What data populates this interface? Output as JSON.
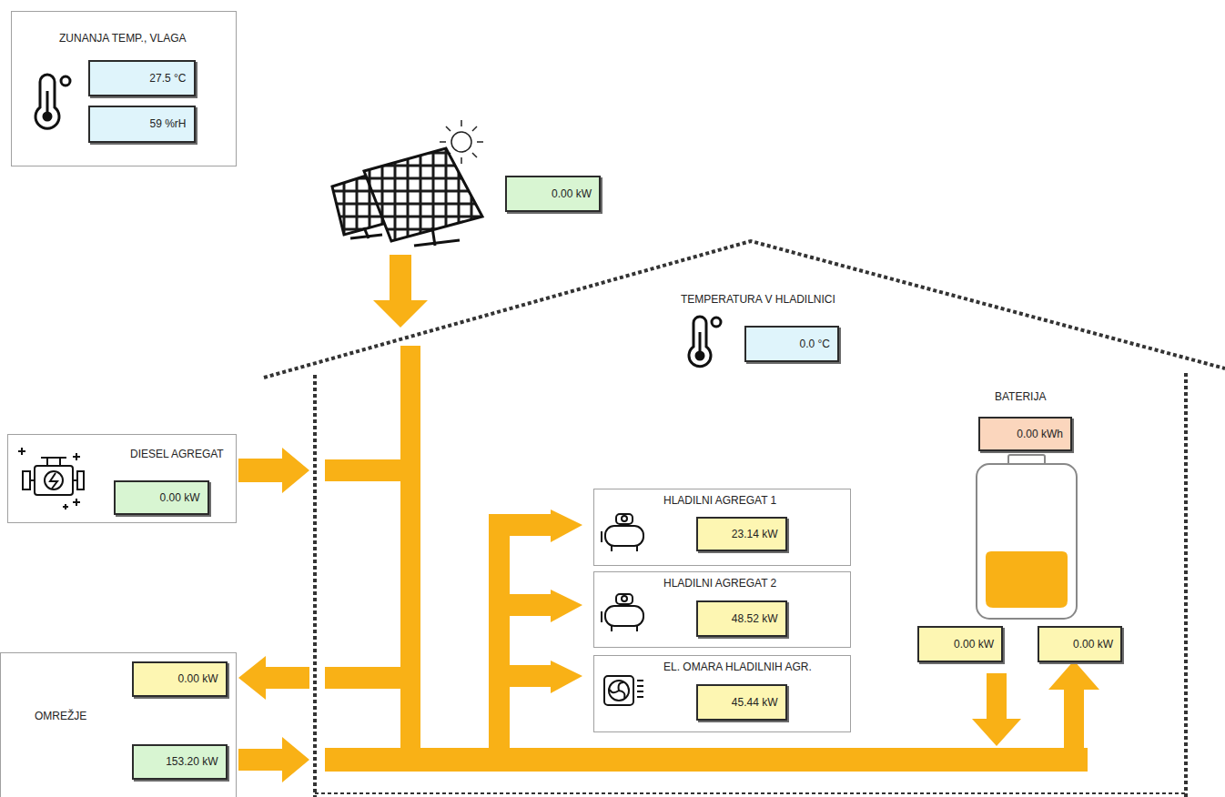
{
  "diagram": {
    "nodes": [
      {
        "text": [
          "ZUNANJA TEMP., VLAGA"
        ]
      },
      {
        "text": [
          "27.5 °C"
        ],
        "in": 0
      },
      {
        "text": [
          "59 %rH"
        ],
        "in": 0
      },
      {
        "text": [
          "0.00 kW"
        ]
      },
      {
        "text": [
          "0.0 °C"
        ]
      },
      {
        "text": [
          "DIESEL AGREGAT"
        ]
      },
      {
        "text": [
          "0.00 kW"
        ],
        "in": 5
      },
      {
        "text": [
          "OMREŽJE"
        ]
      },
      {
        "text": [
          "0.00 kW"
        ],
        "in": 7
      },
      {
        "text": [
          "153.20 kW"
        ],
        "in": 7
      },
      {
        "text": [
          "HLADILNI AGREGAT 1"
        ]
      },
      {
        "text": [
          "23.14 kW"
        ],
        "in": 10
      },
      {
        "text": [
          "HLADILNI AGREGAT 2"
        ]
      },
      {
        "text": [
          "48.52 kW"
        ],
        "in": 12
      },
      {
        "text": [
          "EL. OMARA HLADILNIH AGR."
        ]
      },
      {
        "text": [
          "45.44 kW"
        ],
        "in": 14
      },
      {
        "text": [
          "0.00 kWh"
        ]
      },
      {
        "text": [
          "0.00 kW"
        ]
      },
      {
        "text": [
          "0.00 kW"
        ]
      }
    ],
    "labels": [
      "TEMPERATURA V HLADILNICI",
      "BATERIJA"
    ]
  }
}
